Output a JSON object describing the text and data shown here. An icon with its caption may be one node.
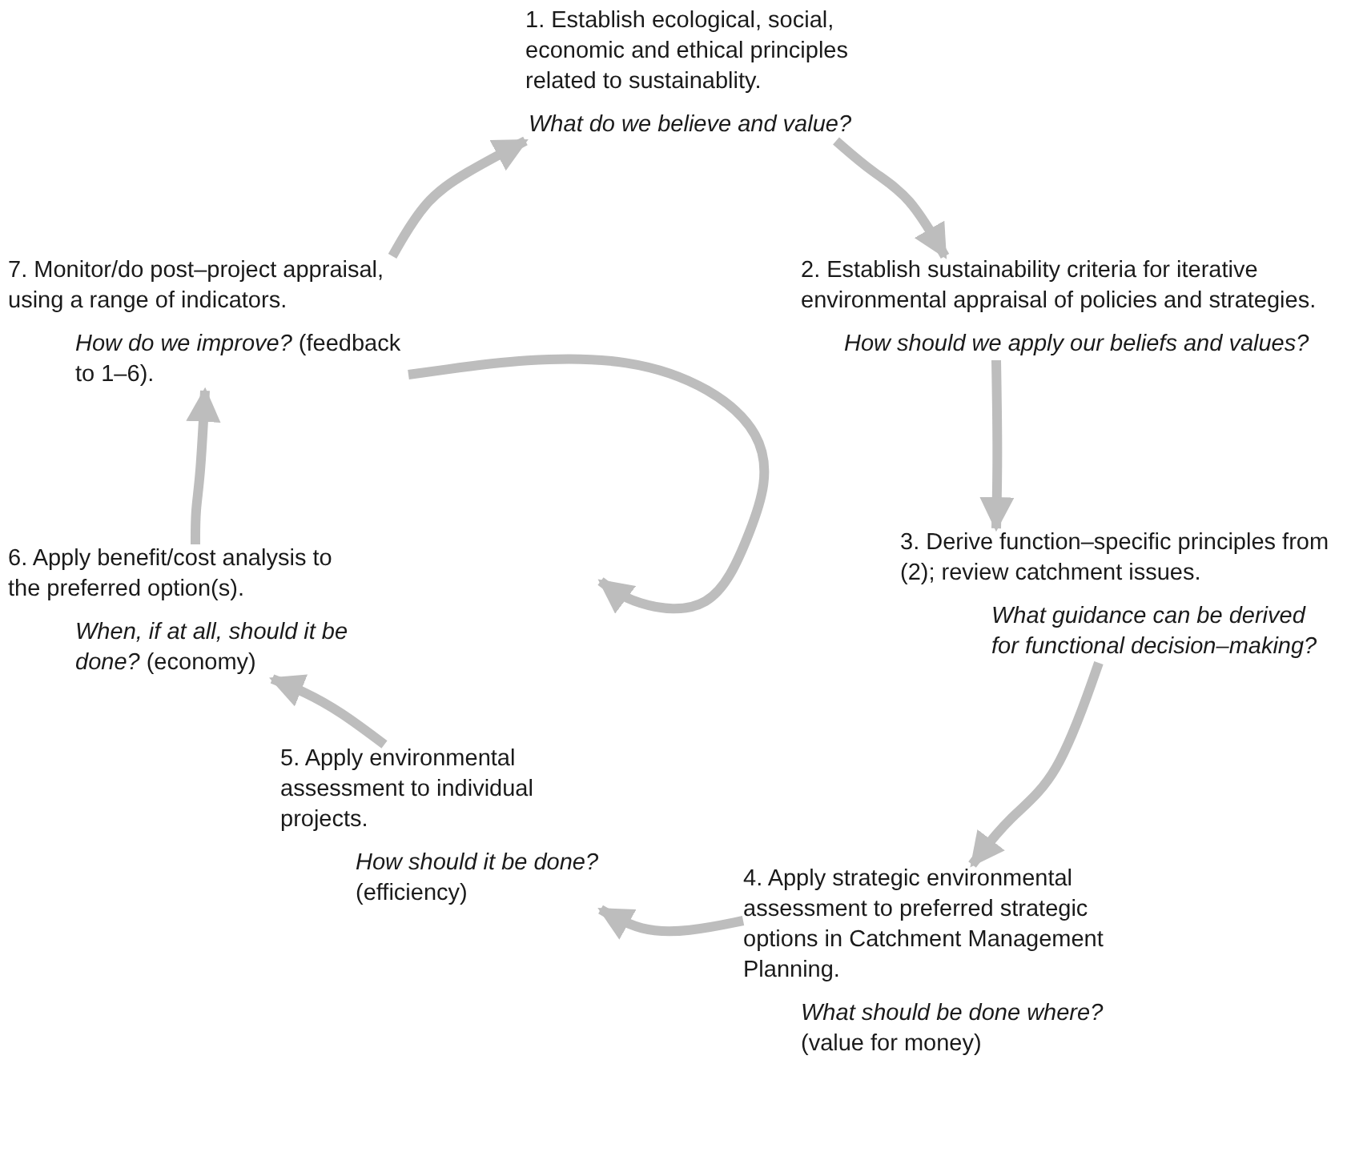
{
  "diagram": {
    "nodes": [
      {
        "text": [
          "1. Establish ecological, social, economic and ethical principles related to sustainablity.",
          "*What do we believe and value?*"
        ]
      },
      {
        "text": [
          "2.  Establish sustainability criteria for iterative environmental appraisal  of policies and strategies.",
          "*How should we apply our beliefs and values?*"
        ]
      },
      {
        "text": [
          "3. Derive function–specific principles from (2); review catchment issues.",
          "*What guidance can be derived for functional decision–making?*"
        ]
      },
      {
        "text": [
          "4. Apply strategic environmental assessment to preferred strategic options in Catchment Management Planning.",
          "*What should be done where?* (value for money)"
        ]
      },
      {
        "text": [
          "5. Apply environmental assessment to individual projects.",
          "*How should it be done?* (efficiency)"
        ]
      },
      {
        "text": [
          "6. Apply benefit/cost analysis to the preferred option(s).",
          "*When, if at all, should it be done?* (economy)"
        ]
      },
      {
        "text": [
          "7. Monitor/do post–project appraisal, using a range of indicators.",
          "*How do we improve?* (feedback to 1–6)."
        ]
      }
    ],
    "edges": [
      {
        "from": 0,
        "to": 1,
        "arrow": "to"
      },
      {
        "from": 1,
        "to": 2,
        "arrow": "to"
      },
      {
        "from": 2,
        "to": 3,
        "arrow": "to"
      },
      {
        "from": 3,
        "to": 4,
        "arrow": "to"
      },
      {
        "from": 4,
        "to": 5,
        "arrow": "to"
      },
      {
        "from": 5,
        "to": 6,
        "arrow": "to"
      },
      {
        "from": 6,
        "to": 0,
        "arrow": "to"
      },
      {
        "from": 6,
        "to": null,
        "arrow": "to"
      }
    ]
  }
}
